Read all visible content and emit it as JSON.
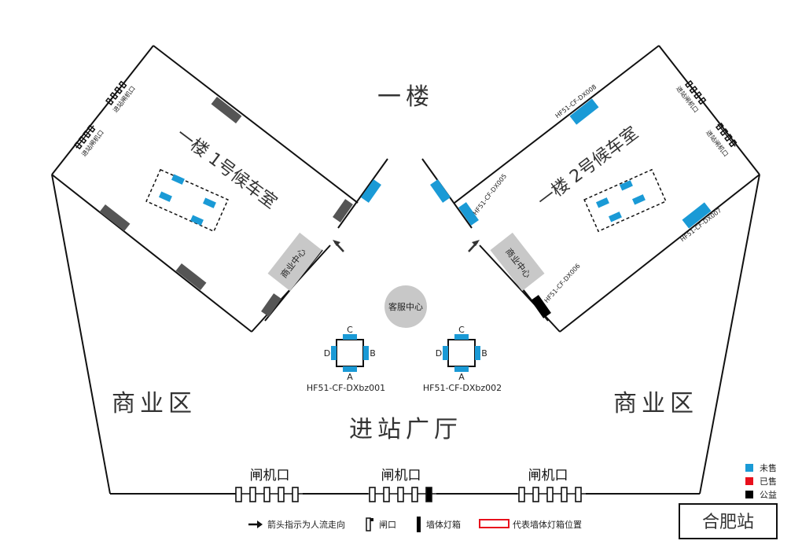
{
  "colors": {
    "unsold": "#1a9ad6",
    "sold": "#e8101c",
    "public": "#000000",
    "unknown_box": "#555555",
    "stroke": "#111111",
    "zone_fill": "#c8c8c8"
  },
  "labels": {
    "floor_title": "一楼",
    "hall": "进站广厅",
    "commerce_left": "商业区",
    "commerce_right": "商业区",
    "waiting1": "一楼 1号候车室",
    "waiting2": "一楼 2号候车室",
    "shop_left": "商业中心",
    "shop_right": "商业中心",
    "service": "客服中心",
    "gate_left": "闸机口",
    "gate_center": "闸机口",
    "gate_right": "闸机口",
    "entry_gate_small": "进站闸机口",
    "station": "合肥站"
  },
  "ad_codes": {
    "dx005": "HF51-CF-DX005",
    "dx006": "HF51-CF-DX006",
    "dx007": "HF51-CF-DX007",
    "dx008": "HF51-CF-DX008"
  },
  "kiosks": [
    {
      "code": "HF51-CF-DXbz001",
      "sides": {
        "a": "A",
        "b": "B",
        "c": "C",
        "d": "D"
      }
    },
    {
      "code": "HF51-CF-DXbz002",
      "sides": {
        "a": "A",
        "b": "B",
        "c": "C",
        "d": "D"
      }
    }
  ],
  "status_legend": [
    {
      "label": "未售",
      "color": "#1a9ad6"
    },
    {
      "label": "已售",
      "color": "#e8101c"
    },
    {
      "label": "公益",
      "color": "#000000"
    }
  ],
  "symbol_legend": {
    "arrow": "箭头指示为人流走向",
    "gate": "闸口",
    "lightbox": "墙体灯箱",
    "position": "代表墙体灯箱位置"
  }
}
